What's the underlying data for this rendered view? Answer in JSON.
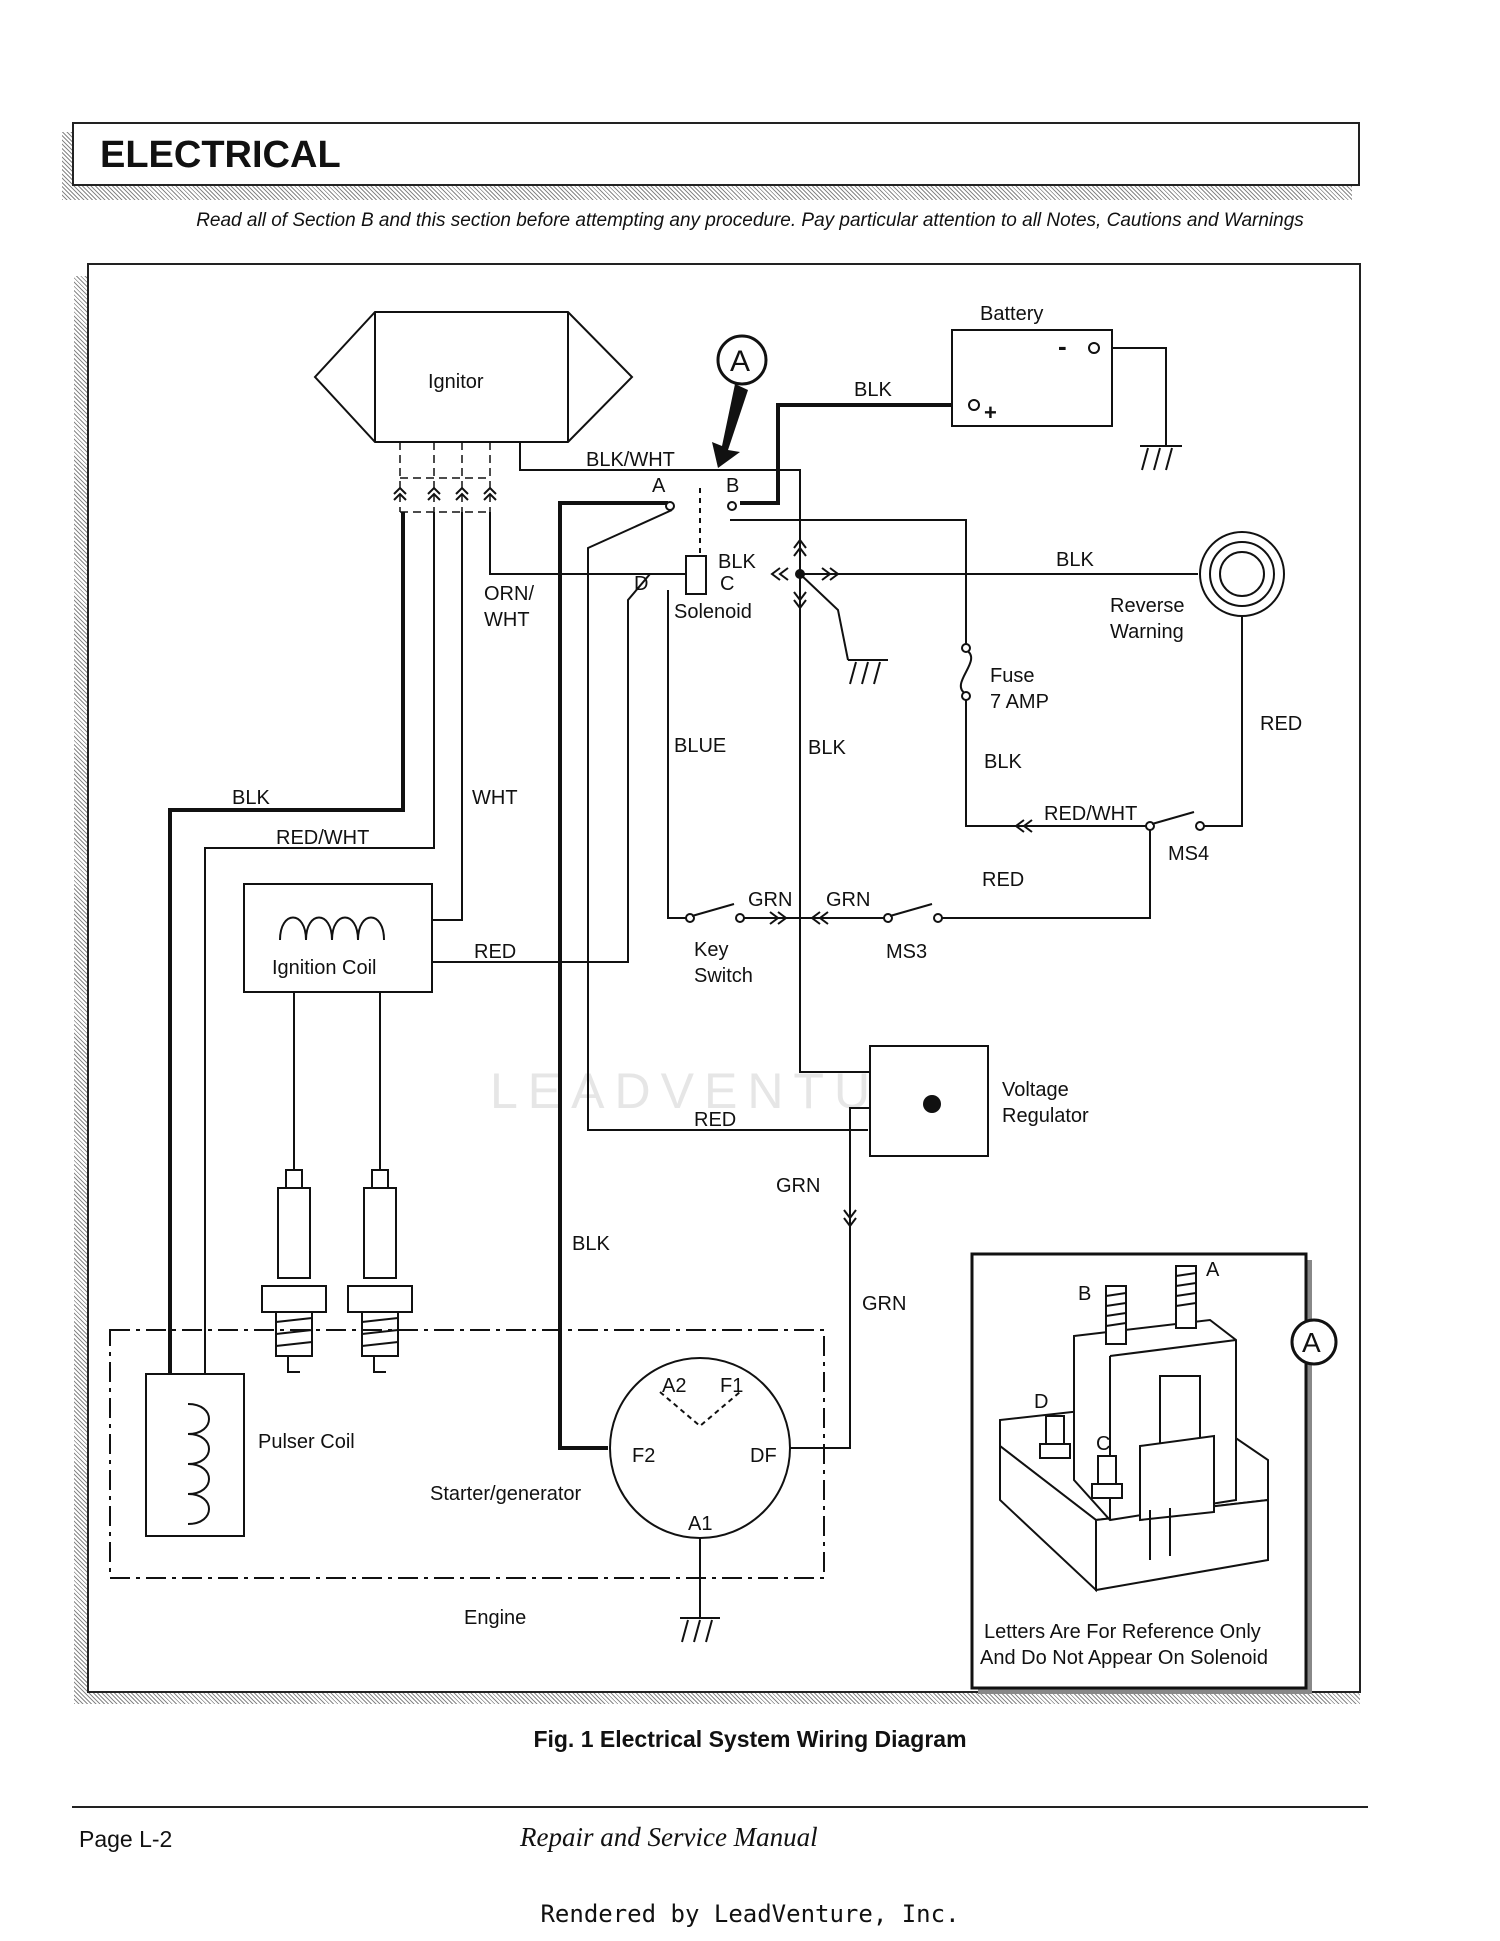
{
  "header": {
    "title": "ELECTRICAL",
    "notice": "Read all of Section B and this section before attempting any procedure. Pay particular attention to all Notes, Cautions and Warnings"
  },
  "figure": {
    "caption": "Fig. 1  Electrical System Wiring Diagram",
    "callout": "A",
    "components": {
      "ignitor": "Ignitor",
      "battery": "Battery",
      "battery_neg": "-",
      "battery_pos": "+",
      "solenoid": "Solenoid",
      "reverse_warning_1": "Reverse",
      "reverse_warning_2": "Warning",
      "fuse_1": "Fuse",
      "fuse_2": "7 AMP",
      "ignition_coil": "Ignition Coil",
      "key_switch_1": "Key",
      "key_switch_2": "Switch",
      "ms3": "MS3",
      "ms4": "MS4",
      "voltage_regulator_1": "Voltage",
      "voltage_regulator_2": "Regulator",
      "pulser_coil": "Pulser Coil",
      "starter_generator": "Starter/generator",
      "engine": "Engine"
    },
    "terminals": {
      "a": "A",
      "b": "B",
      "c": "C",
      "d": "D",
      "a1": "A1",
      "a2": "A2",
      "f1": "F1",
      "f2": "F2",
      "df": "DF"
    },
    "wires": {
      "blk_battery": "BLK",
      "blk_wht": "BLK/WHT",
      "blk_solenoid": "BLK",
      "blk_reverse": "BLK",
      "orn_wht_1": "ORN/",
      "orn_wht_2": "WHT",
      "blue": "BLUE",
      "blk_mid": "BLK",
      "blk_fuse": "BLK",
      "red_reverse": "RED",
      "red_wht_ms4": "RED/WHT",
      "red_ms3": "RED",
      "blk_left": "BLK",
      "red_wht_left": "RED/WHT",
      "wht": "WHT",
      "red_coil": "RED",
      "grn_key": "GRN",
      "grn_ms3": "GRN",
      "red_reg": "RED",
      "grn_reg": "GRN",
      "grn_df": "GRN",
      "blk_f2": "BLK"
    },
    "inset": {
      "callout": "A",
      "a": "A",
      "b": "B",
      "c": "C",
      "d": "D",
      "note_1": "Letters Are For Reference Only",
      "note_2": "And Do Not Appear On Solenoid"
    },
    "watermark": "LEADVENTURE"
  },
  "footer": {
    "page": "Page L-2",
    "manual": "Repair and Service Manual",
    "rendered_by": "Rendered by LeadVenture, Inc."
  }
}
